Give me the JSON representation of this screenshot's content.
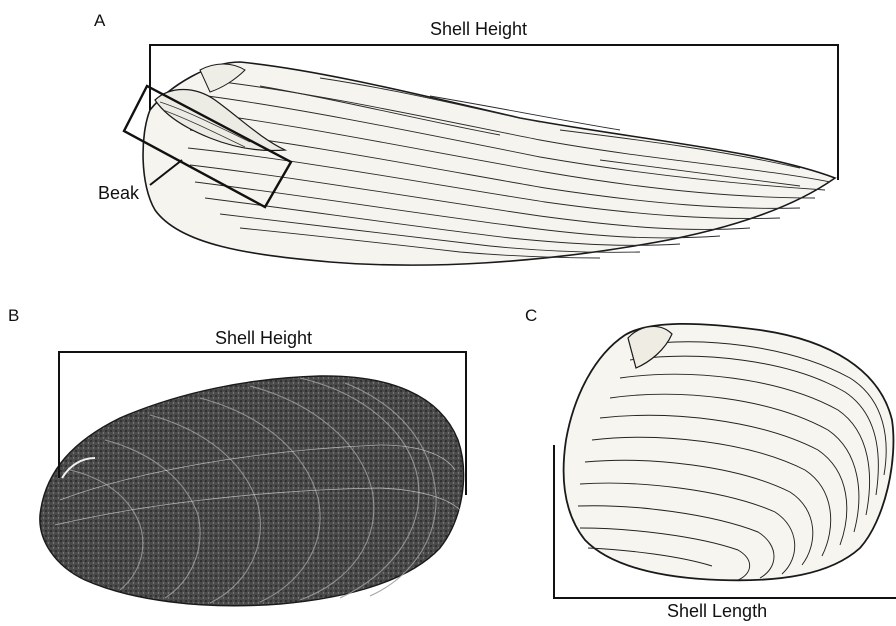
{
  "panels": [
    {
      "letter": "A",
      "measure_label": "Shell Height",
      "callout_label": "Beak"
    },
    {
      "letter": "B",
      "measure_label": "Shell Height"
    },
    {
      "letter": "C",
      "measure_label": "Shell Length"
    }
  ],
  "colors": {
    "ink": "#111111",
    "shell_light": "#f4f2ec",
    "shell_dark": "#3a3a3a"
  }
}
